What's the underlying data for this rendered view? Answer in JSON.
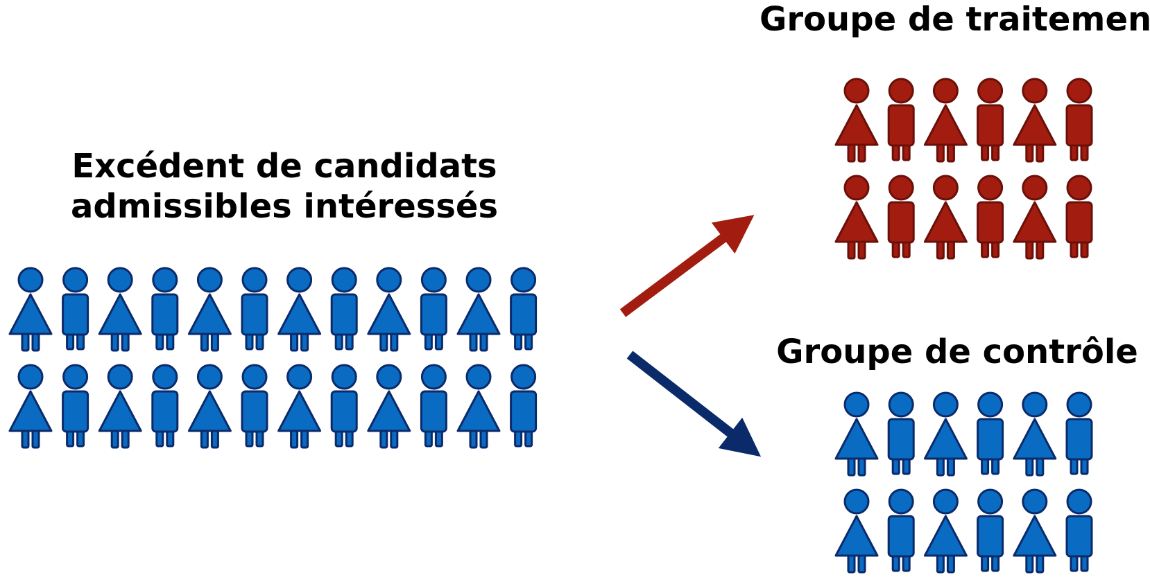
{
  "pool": {
    "title_line1": "Excédent de candidats",
    "title_line2": "admissibles intéressés",
    "rows": 2,
    "columns": 12,
    "color": "#0a6bc2",
    "outline": "#0b2a6a"
  },
  "treatment": {
    "title": "Groupe de traitement",
    "rows": 2,
    "columns": 6,
    "color": "#a21c10",
    "outline": "#6a1008",
    "arrow_color": "#a21c10"
  },
  "control": {
    "title": "Groupe de contrôle",
    "rows": 2,
    "columns": 6,
    "color": "#0a6bc2",
    "outline": "#0b2a6a",
    "arrow_color": "#0b2a6a"
  },
  "icons": {
    "female": "female-person-icon",
    "male": "male-person-icon"
  }
}
